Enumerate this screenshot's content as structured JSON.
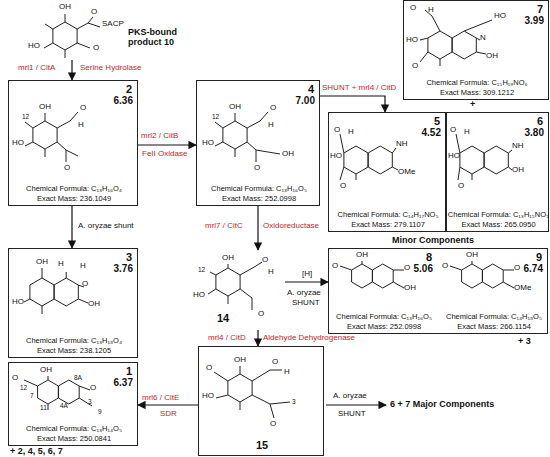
{
  "diagram": {
    "nodes": [
      {
        "text": [
          "PKS-bound product 10"
        ]
      },
      {
        "text": [
          "7",
          "3.99",
          "Chemical Formula: C₁₅H₁₉NO₆",
          "Exact Mass: 309.1212"
        ]
      },
      {
        "text": [
          "2",
          "6.36",
          "Chemical Formula: C₁₃H₁₆O₄",
          "Exact Mass: 236.1049"
        ]
      },
      {
        "text": [
          "4",
          "7.00",
          "Chemical Formula: C₁₃H₁₆O₅",
          "Exact Mass: 252.0998"
        ]
      },
      {
        "text": [
          "5",
          "4.52",
          "Chemical Formula: C₁₄H₁₇NO₅",
          "Exact Mass: 279.1107"
        ]
      },
      {
        "text": [
          "6",
          "3.80",
          "Chemical Formula: C₁₃H₁₅NO₅",
          "Exact Mass: 265.0950"
        ]
      },
      {
        "text": [
          "3",
          "3.76",
          "Chemical Formula: C₁₃H₁₈O₄",
          "Exact Mass: 238.1205"
        ]
      },
      {
        "text": [
          "14"
        ]
      },
      {
        "text": [
          "8",
          "5.06",
          "Chemical Formula: C₁₃H₁₆O₅",
          "Exact Mass: 252.0998",
          "9",
          "6.74",
          "Chemical Formula: C₁₄H₁₈O₅",
          "Exact Mass: 266.1154"
        ]
      },
      {
        "text": [
          "15"
        ]
      },
      {
        "text": [
          "1",
          "6.37",
          "Chemical Formula: C₁₃H₁₄O₅",
          "Exact Mass: 250.0841"
        ]
      }
    ],
    "edges": [
      {
        "from": 0,
        "to": 2,
        "arrow": "to",
        "label": "mrl1 / CitA"
      },
      {
        "from": 2,
        "to": 3,
        "arrow": "to",
        "label": "mrl2 / CitB"
      },
      {
        "from": 2,
        "to": 6,
        "arrow": "to",
        "label": "A. oryzae shunt"
      },
      {
        "from": 3,
        "to": 7,
        "arrow": "to",
        "label": "mrl7 / CitC"
      },
      {
        "from": 3,
        "to": 4,
        "arrow": "to",
        "label": "SHUNT + mrl4 / CitD"
      },
      {
        "from": 7,
        "to": 8,
        "arrow": "to",
        "label": "[H]"
      },
      {
        "from": 7,
        "to": 9,
        "arrow": "to",
        "label": "mrl4 / CitD"
      },
      {
        "from": 9,
        "to": 10,
        "arrow": "to",
        "label": "mrl6 / CitE"
      }
    ],
    "labels": [
      "Serine Hydrolase",
      "FeII Oxidase",
      "Oxidoreductase",
      "A. oryzae",
      "SHUNT",
      "Aldehyde Dehydrogenase",
      "SDR",
      "A. oryzae",
      "SHUNT",
      "Minor Components",
      "6 + 7 Major Components",
      "+ 2, 4, 5, 6, 7",
      "+ 3",
      "+",
      "OH",
      "HO",
      "O",
      "SACP",
      "O",
      "OH",
      "O",
      "H",
      "12",
      "HO",
      "O",
      "OH",
      "O",
      "H",
      "12",
      "HO",
      "O",
      "OH",
      "O",
      "H",
      "HO",
      "O",
      "N",
      "HO",
      "OH",
      "O",
      "H",
      "HO",
      "O",
      "NH",
      "OMe",
      "O",
      "H",
      "HO",
      "O",
      "NH",
      "OH",
      "OH",
      "H",
      "H",
      "HO",
      "O",
      "OH",
      "OH",
      "O",
      "H",
      "12",
      "HO",
      "O",
      "O",
      "OH",
      "O",
      "OH",
      "O",
      "OH",
      "O",
      "OMe",
      "O",
      "OH",
      "HO",
      "O",
      "H",
      "O",
      "3",
      "O",
      "OH",
      "12",
      "7",
      "8A",
      "O",
      "4A",
      "11",
      "3",
      "9"
    ]
  }
}
